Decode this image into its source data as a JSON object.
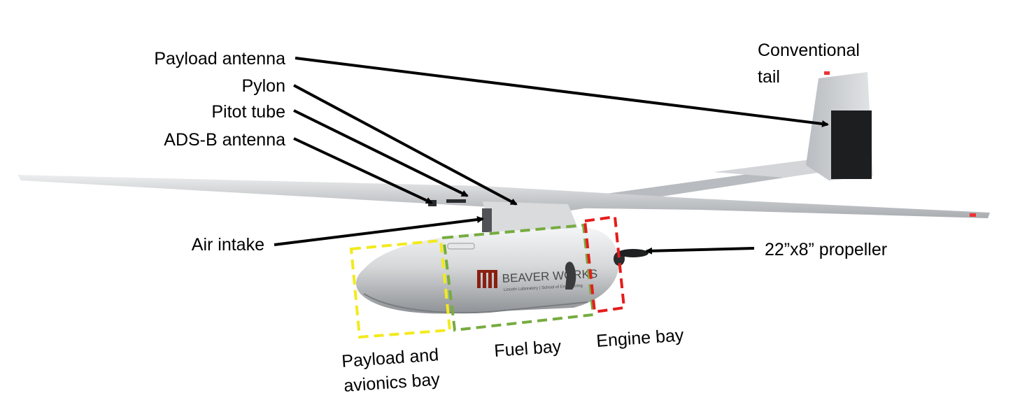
{
  "labels": {
    "payload_antenna": "Payload antenna",
    "pylon": "Pylon",
    "pitot_tube": "Pitot tube",
    "adsb_antenna": "ADS-B antenna",
    "air_intake": "Air intake",
    "conventional_tail_line1": "Conventional",
    "conventional_tail_line2": "tail",
    "propeller": "22”x8” propeller",
    "payload_bay_line1": "Payload and",
    "payload_bay_line2": "avionics bay",
    "fuel_bay": "Fuel bay",
    "engine_bay": "Engine bay"
  },
  "logo": {
    "brand": "BEAVER WORKS",
    "subtitle": "Lincoln Laboratory | School of Engineering"
  },
  "colors": {
    "payload_bay_box": "#f2ea1d",
    "fuel_bay_box": "#76ac3f",
    "engine_bay_box": "#e51c1c",
    "arrow": "#000000",
    "airframe": "#c7c9cc"
  }
}
